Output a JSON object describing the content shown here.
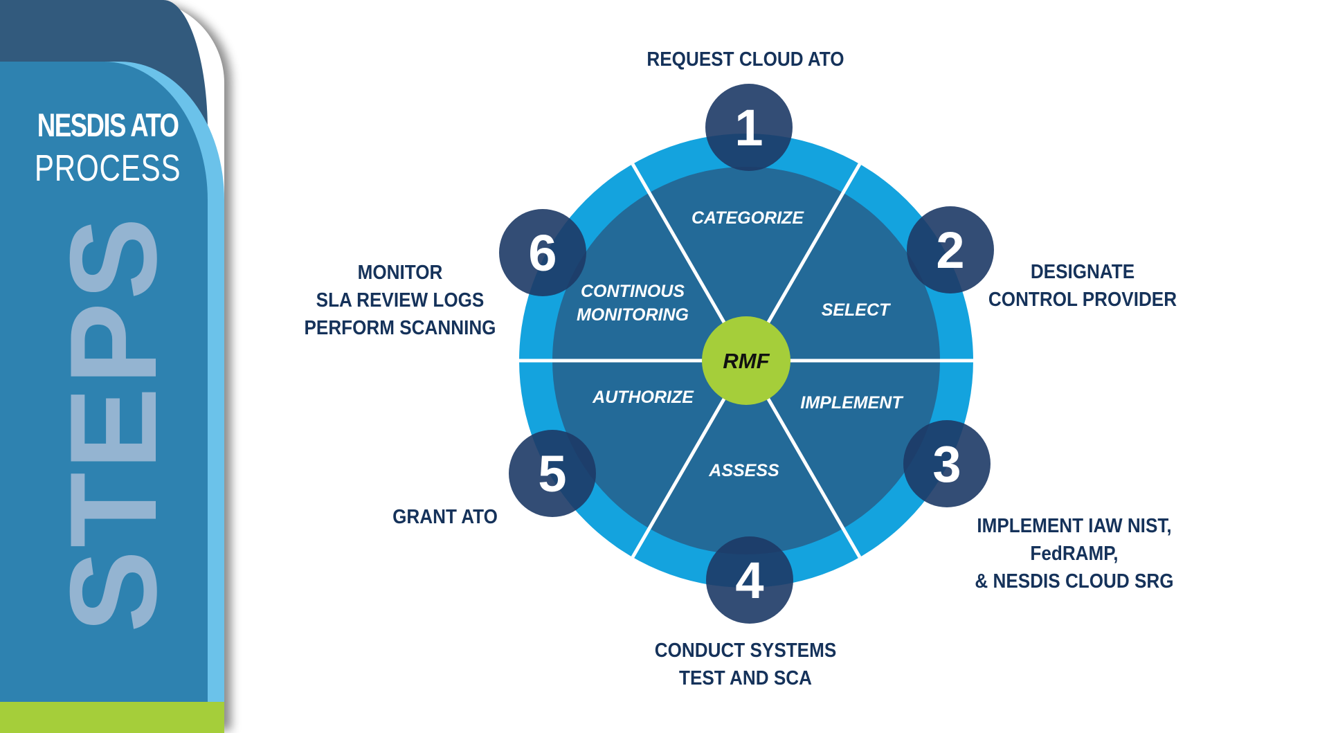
{
  "sidebar": {
    "title_line1": "NESDIS ATO",
    "title_line2": "PROCESS",
    "vertical_word": "STEPS"
  },
  "colors": {
    "sidebar_dark": "#325A7D",
    "sidebar_mid": "#2E82B0",
    "sidebar_light": "#6BC2EA",
    "sidebar_green": "#A5CE3A",
    "steps_text": "#94B4D1",
    "ring": "#14A3DE",
    "disc": "#236A98",
    "hub": "#A5CE3A",
    "step_circle": "#1D3A66",
    "label_text": "#15325A"
  },
  "wheel": {
    "hub_label": "RMF",
    "segments": [
      {
        "name": "categorize",
        "lines": [
          "CATEGORIZE"
        ]
      },
      {
        "name": "select",
        "lines": [
          "SELECT"
        ]
      },
      {
        "name": "implement",
        "lines": [
          "IMPLEMENT"
        ]
      },
      {
        "name": "assess",
        "lines": [
          "ASSESS"
        ]
      },
      {
        "name": "authorize",
        "lines": [
          "AUTHORIZE"
        ]
      },
      {
        "name": "continuous-monitoring",
        "lines": [
          "CONTINOUS",
          "MONITORING"
        ]
      }
    ]
  },
  "steps": [
    {
      "number": "1",
      "lines": [
        "REQUEST CLOUD ATO"
      ]
    },
    {
      "number": "2",
      "lines": [
        "DESIGNATE",
        "CONTROL PROVIDER"
      ]
    },
    {
      "number": "3",
      "lines": [
        "IMPLEMENT IAW NIST,",
        "FedRAMP,",
        "& NESDIS CLOUD SRG"
      ]
    },
    {
      "number": "4",
      "lines": [
        "CONDUCT SYSTEMS",
        "TEST AND SCA"
      ]
    },
    {
      "number": "5",
      "lines": [
        "GRANT ATO"
      ]
    },
    {
      "number": "6",
      "lines": [
        "MONITOR",
        "SLA REVIEW LOGS",
        "PERFORM SCANNING"
      ]
    }
  ]
}
